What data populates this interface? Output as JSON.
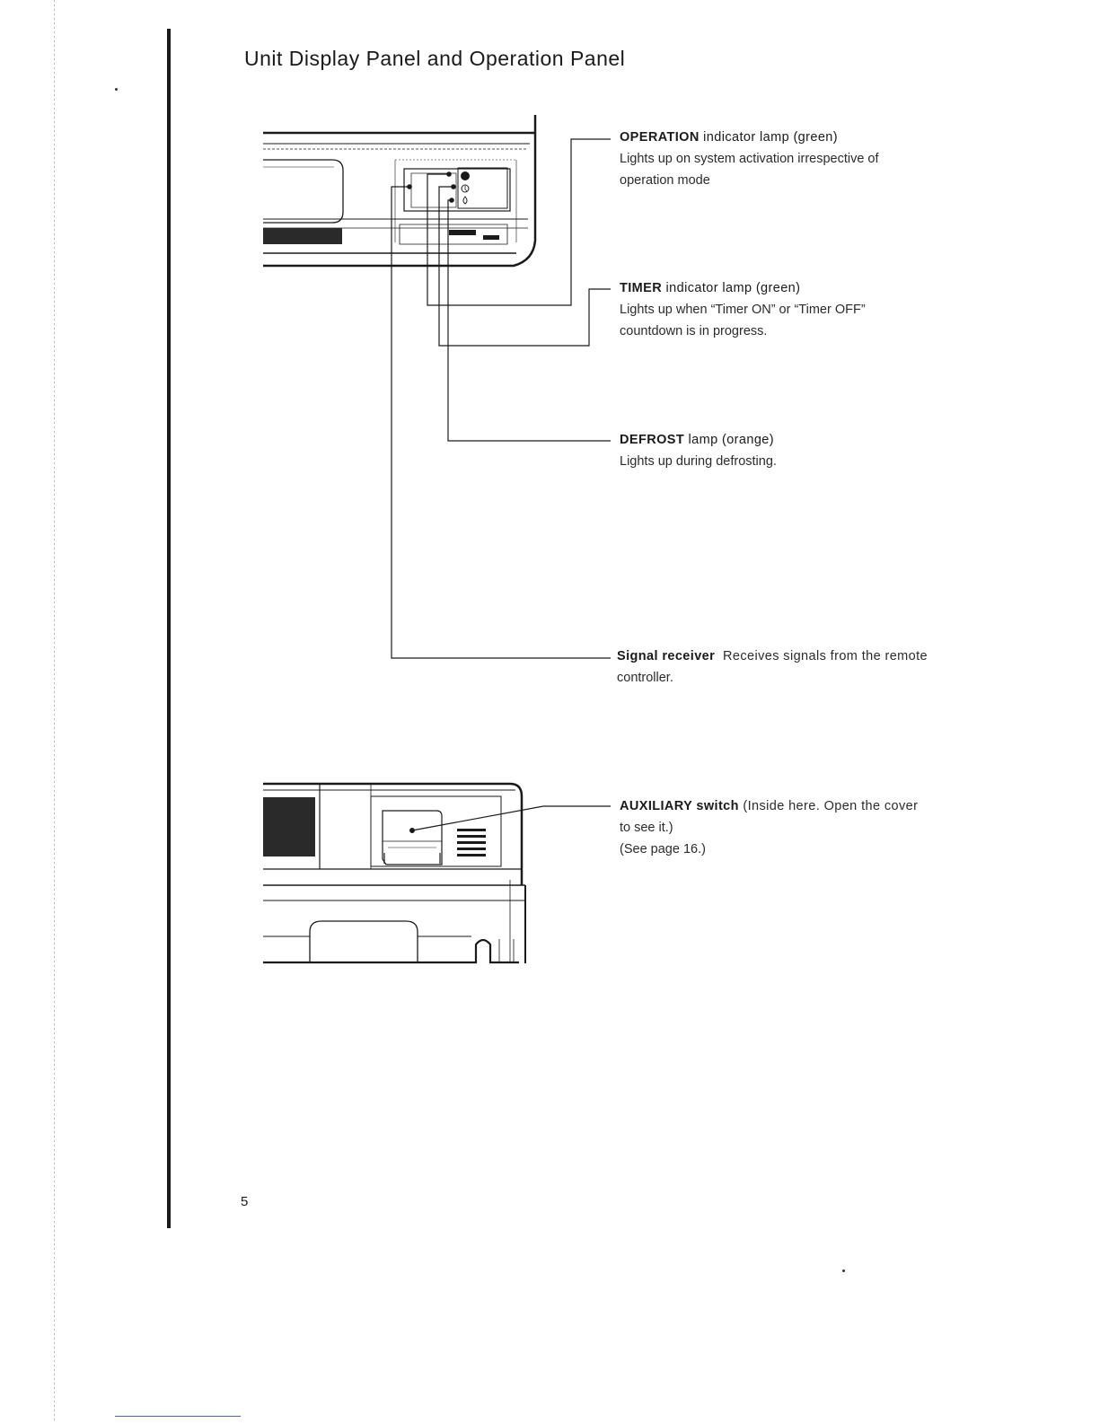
{
  "page": {
    "title": "Unit Display Panel and Operation Panel",
    "page_number": "5"
  },
  "callouts": {
    "operation": {
      "name": "OPERATION",
      "suffix": " indicator lamp (green)",
      "line1": "Lights up on system activation irrespective of",
      "line2": "operation mode"
    },
    "timer": {
      "name": "TIMER",
      "suffix": " indicator lamp (green)",
      "line1": "Lights up when “Timer ON” or “Timer OFF”",
      "line2": "countdown is in progress."
    },
    "defrost": {
      "name": "DEFROST",
      "suffix": " lamp (orange)",
      "line1": "Lights up during defrosting."
    },
    "signal": {
      "name": "Signal receiver",
      "desc": "Receives signals from the remote",
      "line2": "controller."
    },
    "auxiliary": {
      "name": "AUXILIARY switch",
      "desc": " (Inside here. Open the cover",
      "line1": "to see it.)",
      "line2": "(See page 16.)"
    }
  }
}
